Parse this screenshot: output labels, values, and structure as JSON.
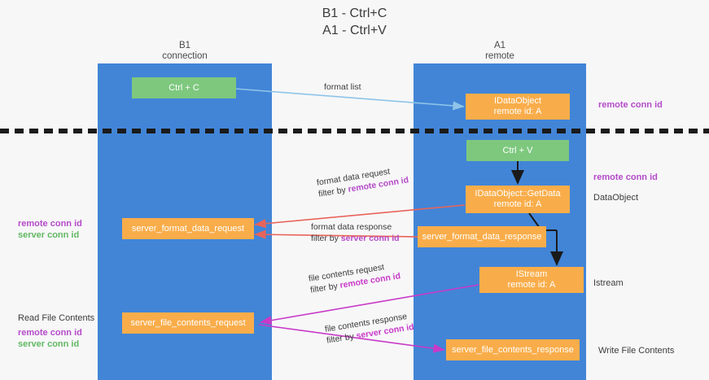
{
  "title": {
    "line1": "B1 - Ctrl+C",
    "line2": "A1 - Ctrl+V"
  },
  "columns": [
    {
      "name": "b1",
      "heading": "B1",
      "subheading": "connection"
    },
    {
      "name": "a1",
      "heading": "A1",
      "subheading": "remote"
    }
  ],
  "nodes": {
    "ctrl_c": {
      "label": "Ctrl + C",
      "sub": ""
    },
    "idataobject": {
      "label": "IDataObject",
      "sub": "remote id: A"
    },
    "ctrl_v": {
      "label": "Ctrl + V",
      "sub": ""
    },
    "getdata": {
      "label": "IDataObject::GetData",
      "sub": "remote id: A"
    },
    "fmt_req": {
      "label": "server_format_data_request",
      "sub": ""
    },
    "fmt_resp": {
      "label": "server_format_data_response",
      "sub": ""
    },
    "istream": {
      "label": "IStream",
      "sub": "remote id: A"
    },
    "file_req": {
      "label": "server_file_contents_request",
      "sub": ""
    },
    "file_resp": {
      "label": "server_file_contents_response",
      "sub": ""
    }
  },
  "right_labels": {
    "remote_conn_id_top": "remote conn id",
    "remote_conn_id_mid": "remote conn id",
    "dataobject": "DataObject",
    "istream": "Istream",
    "write_file_contents": "Write File Contents"
  },
  "left_labels": {
    "remote_conn_id": "remote conn id",
    "server_conn_id": "server conn id",
    "read_file_contents": "Read File Contents",
    "remote_conn_id_2": "remote conn id",
    "server_conn_id_2": "server conn id"
  },
  "edges": [
    {
      "name": "format-list",
      "line1": "format list",
      "line2": "",
      "filter": ""
    },
    {
      "name": "format-data-request",
      "line1": "format data request",
      "line2_prefix": "filter by ",
      "filter": "remote conn id"
    },
    {
      "name": "format-data-response",
      "line1": "format data response",
      "line2_prefix": "filter by ",
      "filter": "server conn id"
    },
    {
      "name": "file-contents-request",
      "line1": "file contents request",
      "line2_prefix": "filter by ",
      "filter": "remote conn id"
    },
    {
      "name": "file-contents-response",
      "line1": "file contents response",
      "line2_prefix": "filter by ",
      "filter": "server conn id"
    }
  ],
  "colors": {
    "lane": "#4285d7",
    "green_node": "#7ec87e",
    "orange_node": "#f9ad4a",
    "purple": "#b44bc8",
    "green_text": "#62b862",
    "arrow_blue": "#8ec4e8",
    "arrow_red": "#e8645a",
    "arrow_magenta": "#c83ac8",
    "arrow_black": "#1a1a1a",
    "divider": "#1a1a1a",
    "background": "#f7f7f8"
  }
}
